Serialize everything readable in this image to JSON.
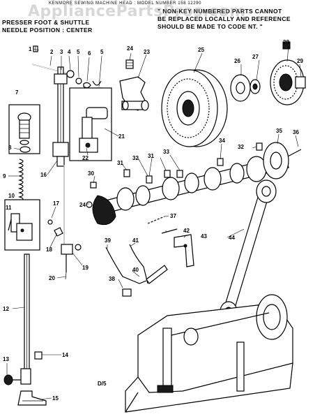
{
  "header": {
    "title": "KENMORE SEWING MACHINE HEAD : MODEL NUMBER 158 12290",
    "note_lines": [
      "\" NON-KEY NUMBERED PARTS CANNOT",
      "BE REPLACED LOCALLY AND REFERENCE",
      "SHOULD BE MADE TO CODE NT. \""
    ],
    "left_lines": [
      "PRESSER FOOT & SHUTTLE",
      "NEEDLE POSITION : CENTER"
    ],
    "watermark": "AppliancePartsPros.com"
  },
  "footer": {
    "code": "D/5"
  },
  "parts": [
    {
      "id": "p1",
      "label": "1"
    },
    {
      "id": "p2",
      "label": "2"
    },
    {
      "id": "p3",
      "label": "3"
    },
    {
      "id": "p4",
      "label": "4"
    },
    {
      "id": "p5a",
      "label": "5"
    },
    {
      "id": "p6",
      "label": "6"
    },
    {
      "id": "p5b",
      "label": "5"
    },
    {
      "id": "p7",
      "label": "7"
    },
    {
      "id": "p8",
      "label": "8"
    },
    {
      "id": "p9",
      "label": "9"
    },
    {
      "id": "p10",
      "label": "10"
    },
    {
      "id": "p11",
      "label": "11"
    },
    {
      "id": "p12",
      "label": "12"
    },
    {
      "id": "p13",
      "label": "13"
    },
    {
      "id": "p14",
      "label": "14"
    },
    {
      "id": "p15",
      "label": "15"
    },
    {
      "id": "p16",
      "label": "16"
    },
    {
      "id": "p17",
      "label": "17"
    },
    {
      "id": "p18",
      "label": "18"
    },
    {
      "id": "p19",
      "label": "19"
    },
    {
      "id": "p20",
      "label": "20"
    },
    {
      "id": "p21",
      "label": "21"
    },
    {
      "id": "p22",
      "label": "22"
    },
    {
      "id": "p23",
      "label": "23"
    },
    {
      "id": "p24a",
      "label": "24"
    },
    {
      "id": "p24b",
      "label": "24"
    },
    {
      "id": "p25",
      "label": "25"
    },
    {
      "id": "p26",
      "label": "26"
    },
    {
      "id": "p27",
      "label": "27"
    },
    {
      "id": "p28",
      "label": "28"
    },
    {
      "id": "p29",
      "label": "29"
    },
    {
      "id": "p30",
      "label": "30"
    },
    {
      "id": "p31a",
      "label": "31"
    },
    {
      "id": "p31b",
      "label": "31"
    },
    {
      "id": "p32a",
      "label": "32"
    },
    {
      "id": "p32b",
      "label": "32"
    },
    {
      "id": "p33",
      "label": "33"
    },
    {
      "id": "p34",
      "label": "34"
    },
    {
      "id": "p35",
      "label": "35"
    },
    {
      "id": "p36",
      "label": "36"
    },
    {
      "id": "p37",
      "label": "37"
    },
    {
      "id": "p38",
      "label": "38"
    },
    {
      "id": "p39",
      "label": "39"
    },
    {
      "id": "p40",
      "label": "40"
    },
    {
      "id": "p41",
      "label": "41"
    },
    {
      "id": "p42",
      "label": "42"
    },
    {
      "id": "p43",
      "label": "43"
    },
    {
      "id": "p44",
      "label": "44"
    }
  ]
}
